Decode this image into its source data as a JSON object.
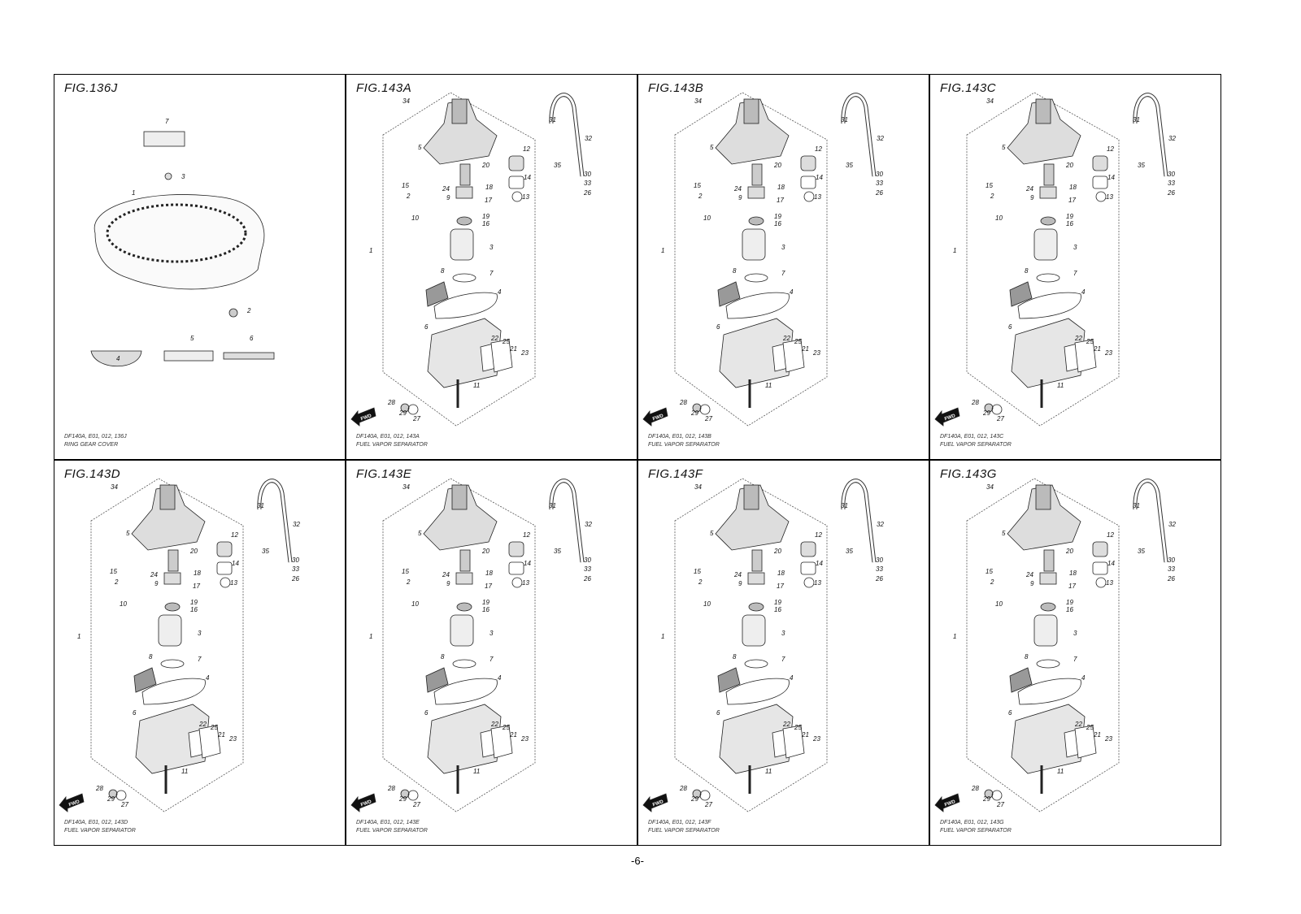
{
  "page_number": "-6-",
  "figures": [
    {
      "title": "FIG.136J",
      "caption_line1": "DF140A, E01, 012, 136J",
      "caption_line2": "RING GEAR COVER",
      "kind": "cover"
    },
    {
      "title": "FIG.143A",
      "caption_line1": "DF140A, E01, 012, 143A",
      "caption_line2": "FUEL VAPOR SEPARATOR",
      "kind": "separator"
    },
    {
      "title": "FIG.143B",
      "caption_line1": "DF140A, E01, 012, 143B",
      "caption_line2": "FUEL VAPOR SEPARATOR",
      "kind": "separator"
    },
    {
      "title": "FIG.143C",
      "caption_line1": "DF140A, E01, 012, 143C",
      "caption_line2": "FUEL VAPOR SEPARATOR",
      "kind": "separator"
    },
    {
      "title": "FIG.143D",
      "caption_line1": "DF140A, E01, 012, 143D",
      "caption_line2": "FUEL VAPOR SEPARATOR",
      "kind": "separator"
    },
    {
      "title": "FIG.143E",
      "caption_line1": "DF140A, E01, 012, 143E",
      "caption_line2": "FUEL VAPOR SEPARATOR",
      "kind": "separator"
    },
    {
      "title": "FIG.143F",
      "caption_line1": "DF140A, E01, 012, 143F",
      "caption_line2": "FUEL VAPOR SEPARATOR",
      "kind": "separator"
    },
    {
      "title": "FIG.143G",
      "caption_line1": "DF140A, E01, 012, 143G",
      "caption_line2": "FUEL VAPOR SEPARATOR",
      "kind": "separator"
    }
  ],
  "cover_callouts": [
    "1",
    "2",
    "3",
    "4",
    "5",
    "6",
    "7"
  ],
  "separator_callouts": [
    "1",
    "2",
    "3",
    "4",
    "5",
    "6",
    "7",
    "8",
    "9",
    "10",
    "11",
    "12",
    "13",
    "14",
    "15",
    "16",
    "17",
    "18",
    "19",
    "20",
    "21",
    "22",
    "23",
    "24",
    "25",
    "26",
    "27",
    "28",
    "29",
    "30",
    "31",
    "32",
    "33",
    "34",
    "35"
  ],
  "fwd_label": "FWD"
}
